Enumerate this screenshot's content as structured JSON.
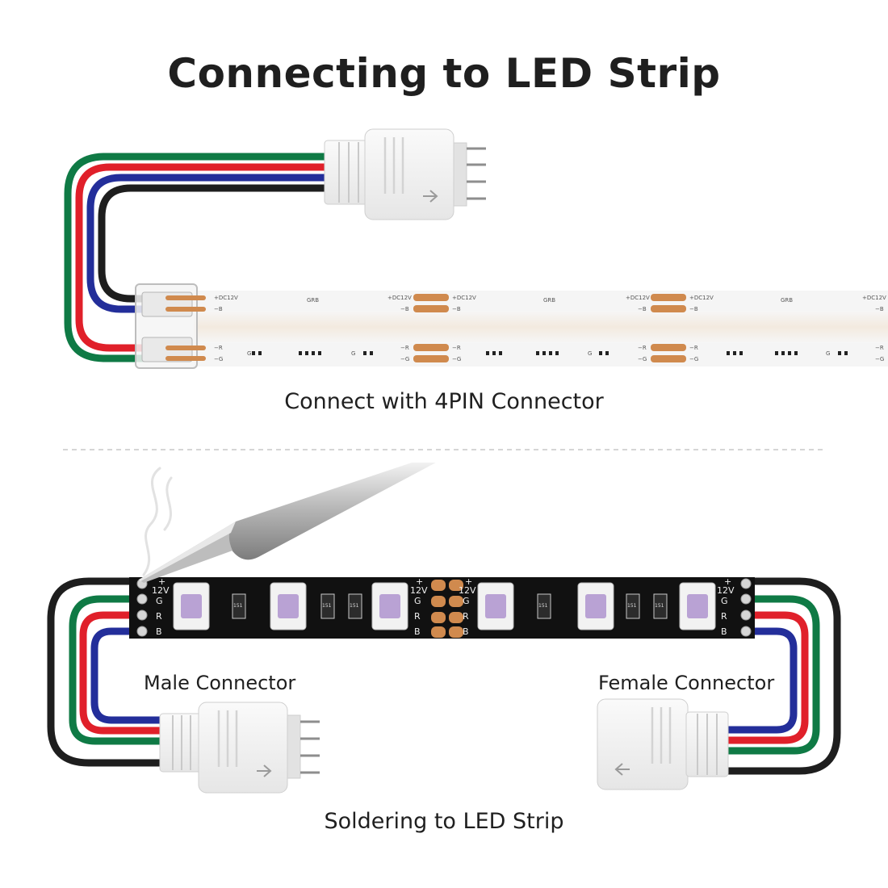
{
  "title": "Connecting to LED Strip",
  "section1": {
    "caption": "Connect with 4PIN Connector"
  },
  "section2": {
    "caption": "Soldering to LED Strip",
    "male_label": "Male Connector",
    "female_label": "Female Connector"
  },
  "cob_strip": {
    "pad_plus": "+DC12V",
    "pad_b": "−B",
    "pad_r": "−R",
    "pad_g": "−G",
    "mid_label": "GRB",
    "chip_label": "G"
  },
  "smd_strip": {
    "pin_plus": "+",
    "pin_12v": "12V",
    "pin_g": "G",
    "pin_r": "R",
    "pin_b": "B",
    "resistor": "151"
  },
  "colors": {
    "wire_black": "#1e1e1e",
    "wire_red": "#e0202a",
    "wire_green": "#0f7a45",
    "wire_blue": "#232e9a",
    "copper_pad": "#d08a4e",
    "pcb": "#111111"
  }
}
